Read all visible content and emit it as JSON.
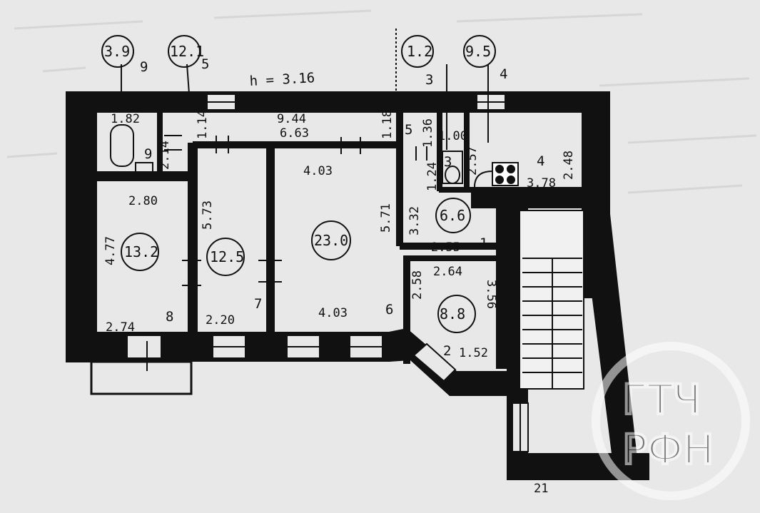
{
  "ceiling_height": "h = 3.16",
  "callouts": {
    "c1": {
      "area": "3.9",
      "num": "9"
    },
    "c2": {
      "area": "12.1",
      "num": "5"
    },
    "c3": {
      "area": "1.2",
      "num": "3"
    },
    "c4": {
      "area": "9.5",
      "num": "4"
    }
  },
  "rooms": {
    "r1": {
      "area": "13.2",
      "num": "8"
    },
    "r2": {
      "area": "12.5",
      "num": "7"
    },
    "r3": {
      "area": "23.0",
      "num": "6"
    },
    "r4": {
      "area": "6.6",
      "num": "1"
    },
    "r5": {
      "area": "8.8",
      "num": "2"
    },
    "bath_num": "9",
    "corridor_num": "5",
    "wc_num": "3",
    "kitchen_num": "4"
  },
  "dims": {
    "bath_w": "1.82",
    "bath_h": "2.14",
    "hall_w": "1.14",
    "corr_long": "9.44",
    "corr_short": "6.63",
    "corr_h": "1.18",
    "r3_top": "4.03",
    "r3_bottom": "4.03",
    "r3_h": "5.71",
    "r1_top": "2.80",
    "r1_h": "4.77",
    "r1_bottom": "2.74",
    "r2_h": "5.73",
    "r2_bottom": "2.20",
    "wc_w1": "1.36",
    "wc_w2": "1.00",
    "wc_h": "1.24",
    "k_h1": "2.57",
    "k_w": "3.78",
    "k_h2": "2.48",
    "r4_h": "3.32",
    "r4_w": "2.55",
    "r5_w": "2.64",
    "r5_h1": "2.58",
    "r5_h2": "3.56",
    "r5_bottom": "1.52"
  },
  "watermark": {
    "top": "ГТЧ",
    "bottom": "РФН"
  },
  "bottom_fragment": "21"
}
